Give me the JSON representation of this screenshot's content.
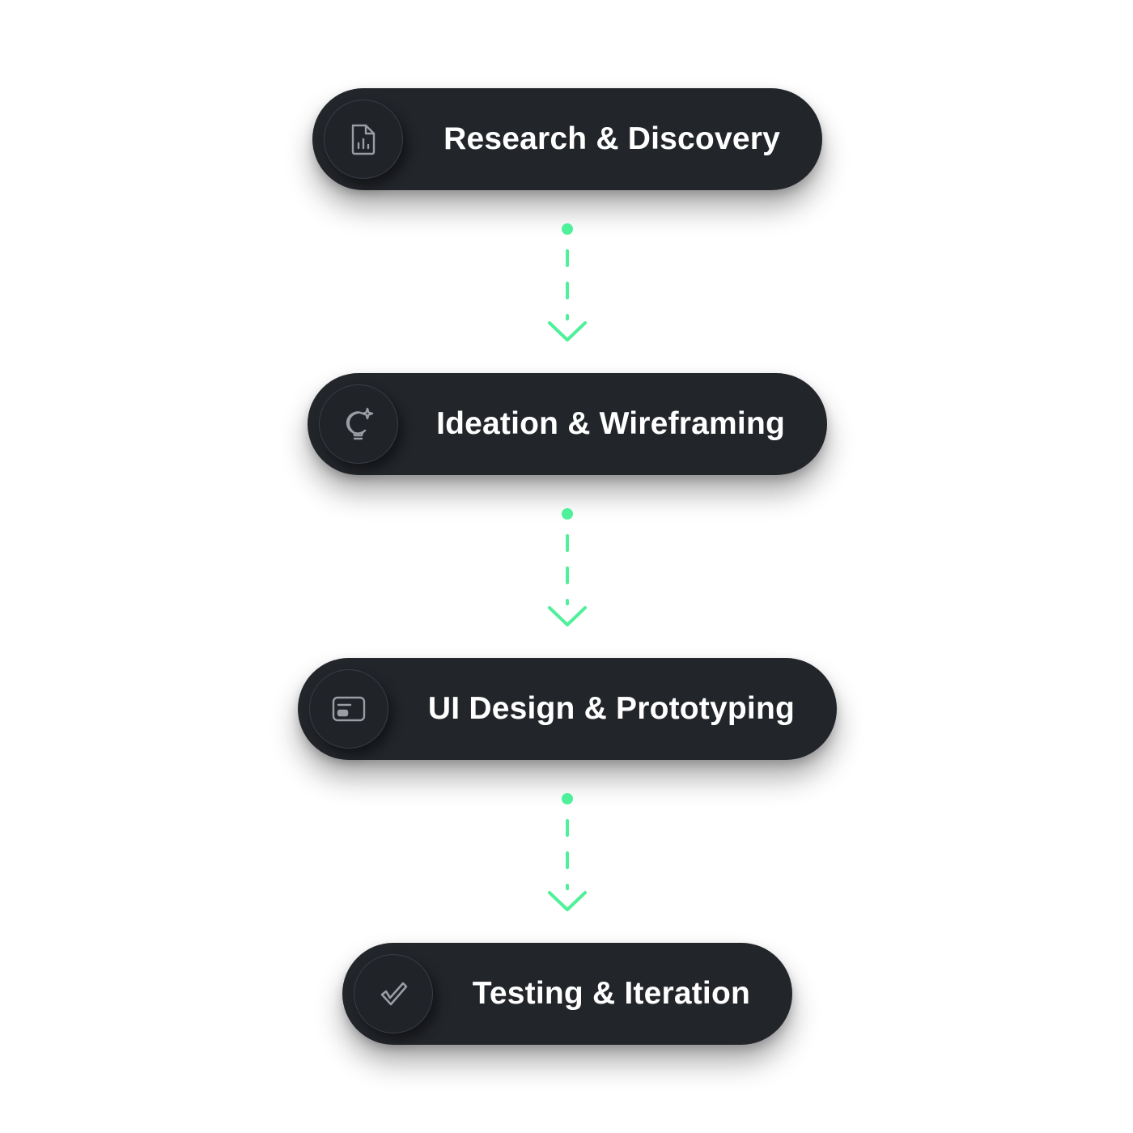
{
  "colors": {
    "pill_background": "#22252a",
    "icon_stroke": "#9a9ea4",
    "connector_accent": "#4ff09a",
    "label_text": "#ffffff"
  },
  "steps": [
    {
      "label": "Research & Discovery",
      "icon": "document-chart-icon"
    },
    {
      "label": "Ideation & Wireframing",
      "icon": "lightbulb-sparkle-icon"
    },
    {
      "label": "UI Design & Prototyping",
      "icon": "card-layout-icon"
    },
    {
      "label": "Testing & Iteration",
      "icon": "checkmark-icon"
    }
  ]
}
